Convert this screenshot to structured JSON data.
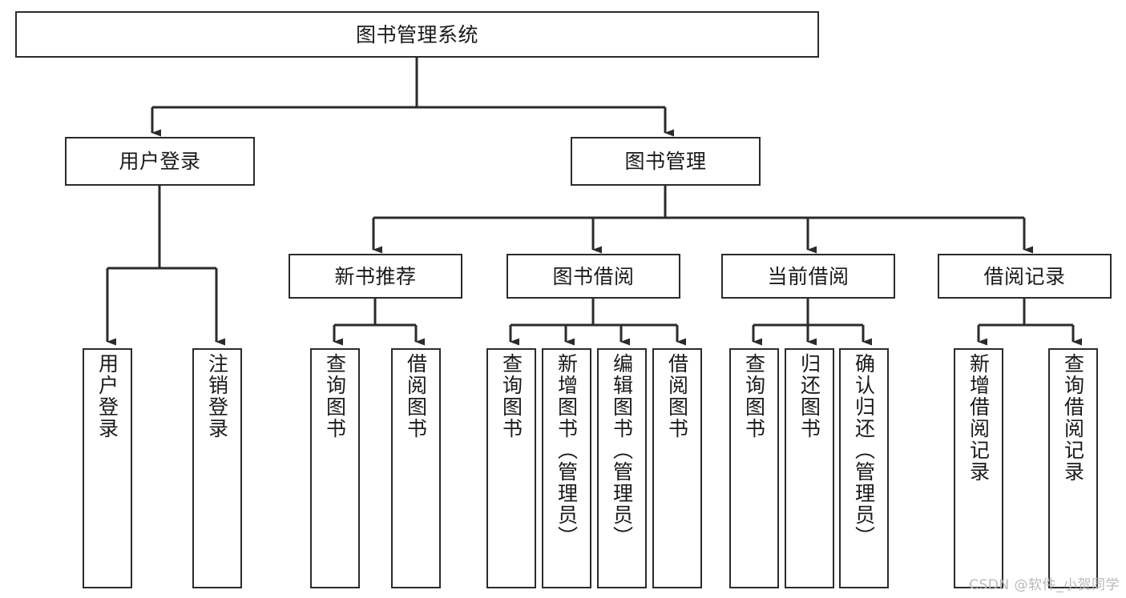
{
  "diagram": {
    "type": "tree-hierarchy-chart",
    "title": "图书管理系统",
    "line_color": "#2b2b2b",
    "box_fill": "#ffffff",
    "text_color": "#1a1a1a",
    "watermark": "CSDN @软件_小贺同学",
    "nodes": {
      "root": {
        "label": "图书管理系统",
        "level": 1
      },
      "l2": [
        {
          "id": "user-login",
          "label": "用户登录",
          "level": 2
        },
        {
          "id": "book-manage",
          "label": "图书管理",
          "level": 2
        }
      ],
      "l3": [
        {
          "id": "new-book-rec",
          "label": "新书推荐",
          "level": 3,
          "parent": "book-manage"
        },
        {
          "id": "book-borrow",
          "label": "图书借阅",
          "level": 3,
          "parent": "book-manage"
        },
        {
          "id": "current-borrow",
          "label": "当前借阅",
          "level": 3,
          "parent": "book-manage"
        },
        {
          "id": "borrow-record",
          "label": "借阅记录",
          "level": 3,
          "parent": "book-manage"
        }
      ],
      "leaves": [
        {
          "id": "leaf-user-login",
          "label": "用户登录",
          "parent": "user-login"
        },
        {
          "id": "leaf-logout-login",
          "label": "注销登录",
          "parent": "user-login"
        },
        {
          "id": "leaf-query-book-1",
          "label": "查询图书",
          "parent": "new-book-rec"
        },
        {
          "id": "leaf-borrow-book-1",
          "label": "借阅图书",
          "parent": "new-book-rec"
        },
        {
          "id": "leaf-query-book-2",
          "label": "查询图书",
          "parent": "book-borrow"
        },
        {
          "id": "leaf-add-book",
          "label": "新增图书（管理员）",
          "parent": "book-borrow"
        },
        {
          "id": "leaf-edit-book",
          "label": "编辑图书（管理员）",
          "parent": "book-borrow"
        },
        {
          "id": "leaf-borrow-book-2",
          "label": "借阅图书",
          "parent": "book-borrow"
        },
        {
          "id": "leaf-query-book-3",
          "label": "查询图书",
          "parent": "current-borrow"
        },
        {
          "id": "leaf-return-book",
          "label": "归还图书",
          "parent": "current-borrow"
        },
        {
          "id": "leaf-confirm-return",
          "label": "确认归还（管理员）",
          "parent": "current-borrow"
        },
        {
          "id": "leaf-add-record",
          "label": "新增借阅记录",
          "parent": "borrow-record"
        },
        {
          "id": "leaf-query-record",
          "label": "查询借阅记录",
          "parent": "borrow-record"
        }
      ]
    }
  }
}
